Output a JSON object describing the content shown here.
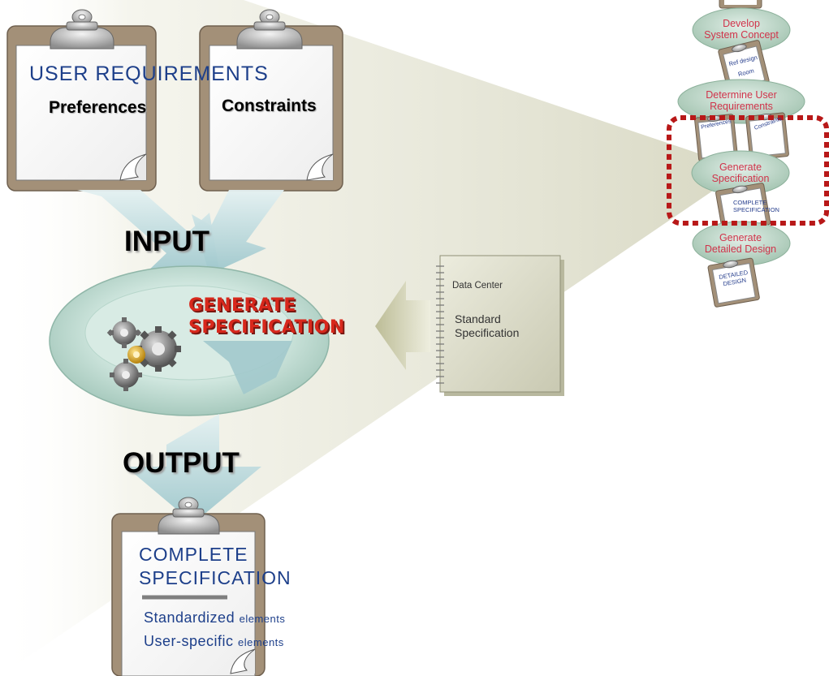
{
  "user_requirements": {
    "title": "USER REQUIREMENTS",
    "preferences": "Preferences",
    "constraints": "Constraints"
  },
  "flow": {
    "input": "INPUT",
    "output": "OUTPUT",
    "process_line1": "GENERATE",
    "process_line2": "SPECIFICATION"
  },
  "notebook": {
    "title": "Data Center",
    "subtitle_line1": "Standard",
    "subtitle_line2": "Specification"
  },
  "complete_spec": {
    "title_line1": "COMPLETE",
    "title_line2": "SPECIFICATION",
    "item1_main": "Standardized",
    "item1_tail": "elements",
    "item2_main": "User-specific",
    "item2_tail": "elements"
  },
  "mini_process": {
    "step1_line1": "Develop",
    "step1_line2": "System Concept",
    "doc1_line1": "Ref design",
    "doc1_line2": "Room",
    "step2_line1": "Determine User",
    "step2_line2": "Requirements",
    "doc2a": "Preferences",
    "doc2b": "Constraints",
    "step3_line1": "Generate",
    "step3_line2": "Specification",
    "doc3_line1": "COMPLETE",
    "doc3_line2": "SPECIFICATION",
    "step4_line1": "Generate",
    "step4_line2": "Detailed Design",
    "doc4_line1": "DETAILED",
    "doc4_line2": "DESIGN"
  },
  "colors": {
    "clipboard_frame": "#a39078",
    "arrow_fill": "#a9cfd3",
    "ellipse_fill": "#b7d8ce",
    "beam": "#e6e6d3",
    "process_text": "#d8281c",
    "highlight_box": "#b81818",
    "text_blue": "#1d3f8a"
  },
  "icons": [
    "clipboard-clip-icon",
    "gears-icon",
    "page-curl-icon",
    "spiral-binding-icon"
  ]
}
